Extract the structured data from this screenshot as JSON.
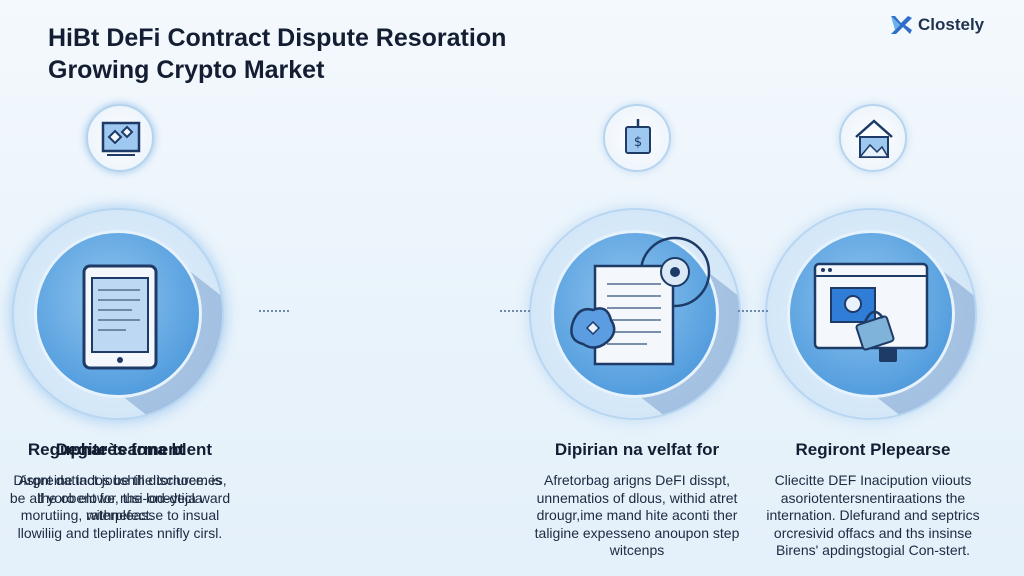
{
  "header": {
    "title_line1": "HiBt DeFi Contract Dispute Resoration",
    "title_line2": "Growing Crypto Market"
  },
  "brand": {
    "name": "Clostely",
    "icon": "brand-logo-icon"
  },
  "colors": {
    "accent": "#3e8bd6",
    "accent_light": "#8fc3ee",
    "ring": "#b9d6f1",
    "background": "#eef6fc",
    "text": "#141e33"
  },
  "columns": [
    {
      "small_icon": "price-tag-icon",
      "small_icon_text": "$",
      "main_icon": "document-seal-icon",
      "heading": "Dipirian na velfat for",
      "body": "Afretorbag arigns DeFI disspt, unnematios of dlous, withid atret drougr,ime mand hite aconti ther taligine expesseno anoupon step witcenps"
    },
    {
      "small_icon": "mountain-frame-icon",
      "main_icon": "browser-lock-icon",
      "heading": "Regiront Plepearse",
      "body": "Cliecitte DEF Inacipution viiouts asoriotentersnentiraations the internation. Dlefurand and septrics orcresivid offacs and ths insinse Birens' apdingstogial Con-stert."
    },
    {
      "small_icon": "nodes-icon",
      "main_icon": "folder-files-icon",
      "heading": "Regupharès fona blent",
      "body": "Argnt dattact joushill disclurce. is the obent for rusi-oneyticla morutiing, raterpleasse to insual llowiliig and tleplirates nnifly cirsl."
    },
    {
      "small_icon": "diamond-frame-icon",
      "main_icon": "tablet-icon",
      "heading": "Degite tearment",
      "body": "Dispreine indos be the tornoemes, be all yoro elowe, the lod-deja ward withnefect."
    }
  ]
}
